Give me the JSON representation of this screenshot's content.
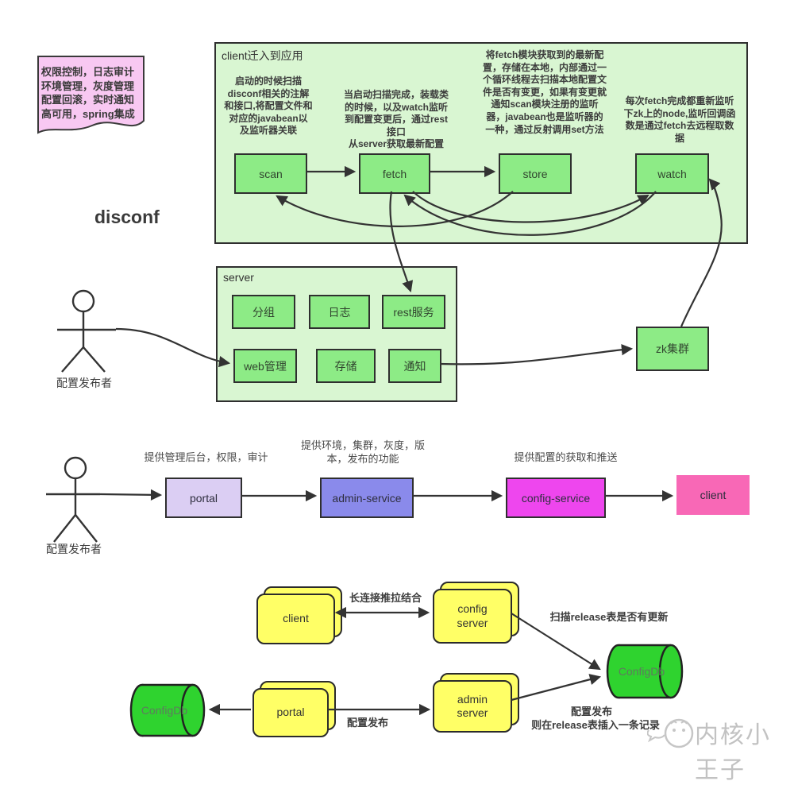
{
  "sticky_note": {
    "text": "权限控制，日志审计\n环境管理，灰度管理\n配置回滚，实时通知\n高可用，spring集成"
  },
  "title": "disconf",
  "client_box": {
    "label": "client迁入到应用",
    "notes": {
      "scan": "启动的时候扫描\ndisconf相关的注解\n和接口,将配置文件和\n对应的javabean以\n及监听器关联",
      "fetch": "当启动扫描完成，装载类\n的时候，以及watch监听\n到配置变更后，通过rest\n接口\n从server获取最新配置",
      "store": "将fetch模块获取到的最新配\n置，存储在本地，内部通过一\n个循环线程去扫描本地配置文\n件是否有变更，如果有变更就\n通知scan模块注册的监听\n器，javabean也是监听器的\n一种，通过反射调用set方法",
      "watch": "每次fetch完成都重新监听\n下zk上的node,监听回调函\n数是通过fetch去远程取数\n据"
    },
    "nodes": {
      "scan": "scan",
      "fetch": "fetch",
      "store": "store",
      "watch": "watch"
    }
  },
  "server_box": {
    "label": "server",
    "modules": [
      "分组",
      "日志",
      "rest服务",
      "web管理",
      "存储",
      "通知"
    ]
  },
  "zk": {
    "label": "zk集群"
  },
  "actors": {
    "top": "配置发布者",
    "middle": "配置发布者"
  },
  "pipeline": {
    "notes": {
      "portal": "提供管理后台，权限，审计",
      "admin": "提供环境，集群，灰度，版\n本，发布的功能",
      "config": "提供配置的获取和推送"
    },
    "nodes": {
      "portal": "portal",
      "admin_service": "admin-service",
      "config_service": "config-service",
      "client": "client"
    }
  },
  "deployment": {
    "client": "client",
    "config_server": "config\nserver",
    "admin_server": "admin\nserver",
    "portal": "portal",
    "db_left": "ConfigDb",
    "db_right": "ConfigDb",
    "labels": {
      "long_conn": "长连接推拉结合",
      "scan_release": "扫描release表是否有更新",
      "publish_mid": "配置发布",
      "publish_right": "配置发布",
      "insert_release": "则在release表插入一条记录"
    }
  },
  "watermark": "内核小王子",
  "colors": {
    "container_green": "#d9f6d2",
    "node_green": "#8deb86",
    "yellow": "#ffff66",
    "lavender": "#dbcef3",
    "blue": "#8a8aeb",
    "magenta": "#ee46ee",
    "pink": "#f868b6",
    "db_green": "#2fd32f",
    "sticky_pink": "#f8c8f2"
  }
}
